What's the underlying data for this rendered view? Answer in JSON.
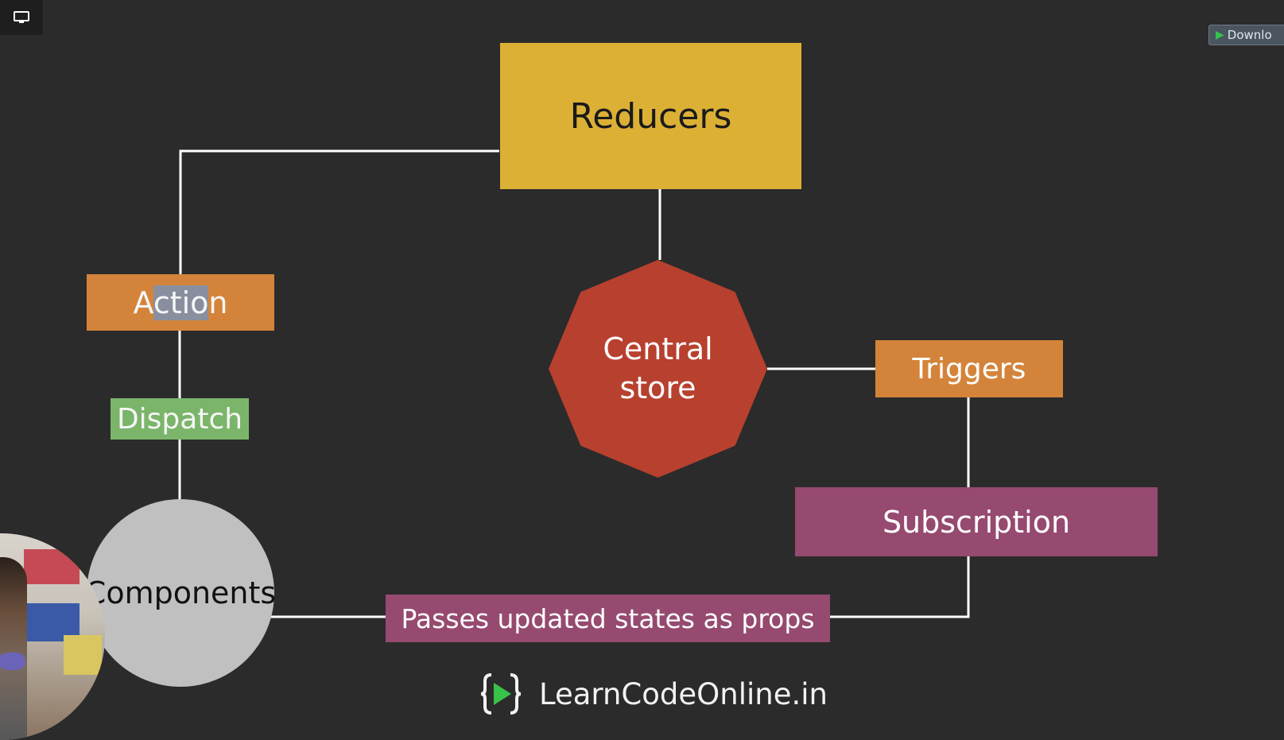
{
  "toolbar": {
    "screen_icon": "monitor-icon",
    "download_label": "Downlo"
  },
  "diagram": {
    "nodes": {
      "reducers": "Reducers",
      "action_pre": "A",
      "action_sel": "ctio",
      "action_post": "n",
      "dispatch": "Dispatch",
      "central_store_line1": "Central",
      "central_store_line2": "store",
      "triggers": "Triggers",
      "subscription": "Subscription",
      "components": "Components",
      "passes": "Passes updated states as props"
    },
    "colors": {
      "reducers": "#dcb035",
      "action": "#d4843a",
      "dispatch": "#7bb56a",
      "central_store": "#b8402e",
      "triggers": "#d4843a",
      "subscription": "#964a70",
      "components": "#c0c0c0",
      "connector": "#ffffff"
    }
  },
  "branding": {
    "logo_icon": "code-play-icon",
    "site": "LearnCodeOnline.in"
  }
}
